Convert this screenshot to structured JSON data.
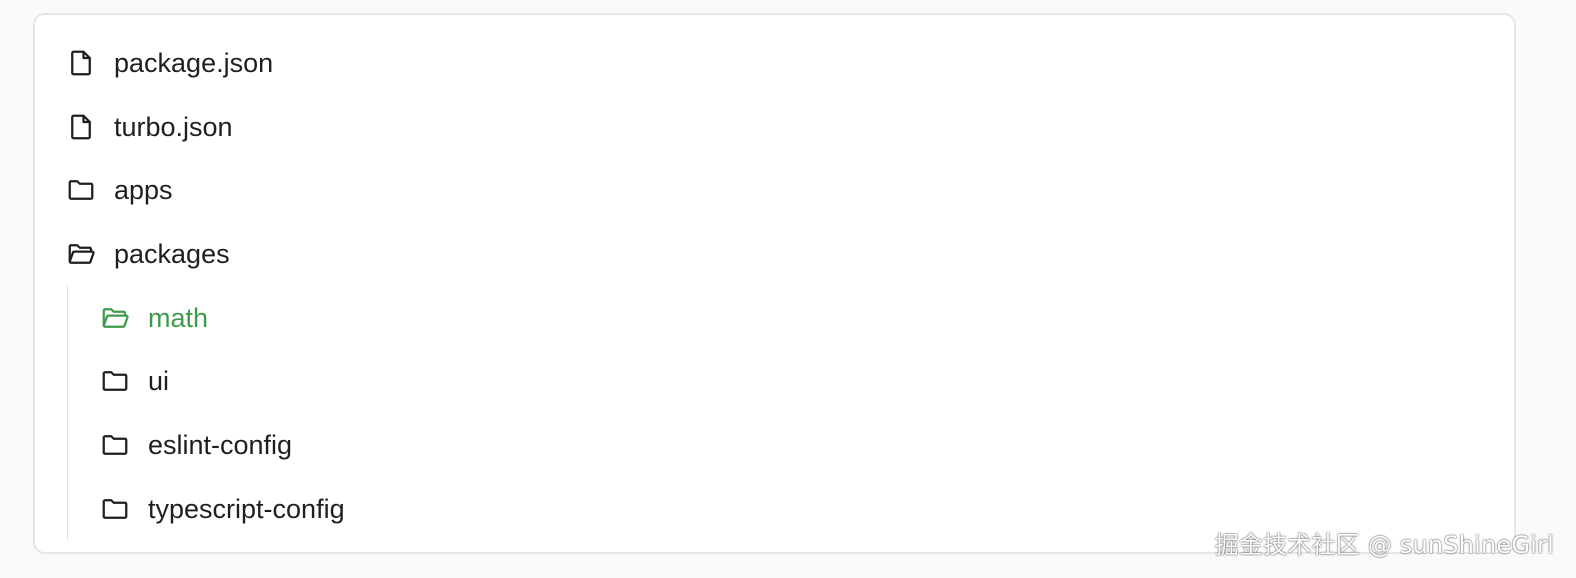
{
  "tree": {
    "items": [
      {
        "label": "package.json",
        "icon": "file-icon",
        "depth": 0
      },
      {
        "label": "turbo.json",
        "icon": "file-icon",
        "depth": 0
      },
      {
        "label": "apps",
        "icon": "folder-icon",
        "depth": 0
      },
      {
        "label": "packages",
        "icon": "folder-open-icon",
        "depth": 0
      },
      {
        "label": "math",
        "icon": "folder-open-icon",
        "depth": 1,
        "active": true
      },
      {
        "label": "ui",
        "icon": "folder-icon",
        "depth": 1
      },
      {
        "label": "eslint-config",
        "icon": "folder-icon",
        "depth": 1
      },
      {
        "label": "typescript-config",
        "icon": "folder-icon",
        "depth": 1
      }
    ]
  },
  "colors": {
    "text": "#1f1f1f",
    "active": "#3f9b4c",
    "border": "#e6e6e6",
    "background": "#fafafa"
  },
  "watermark": "掘金技术社区 @ sunShineGirl"
}
